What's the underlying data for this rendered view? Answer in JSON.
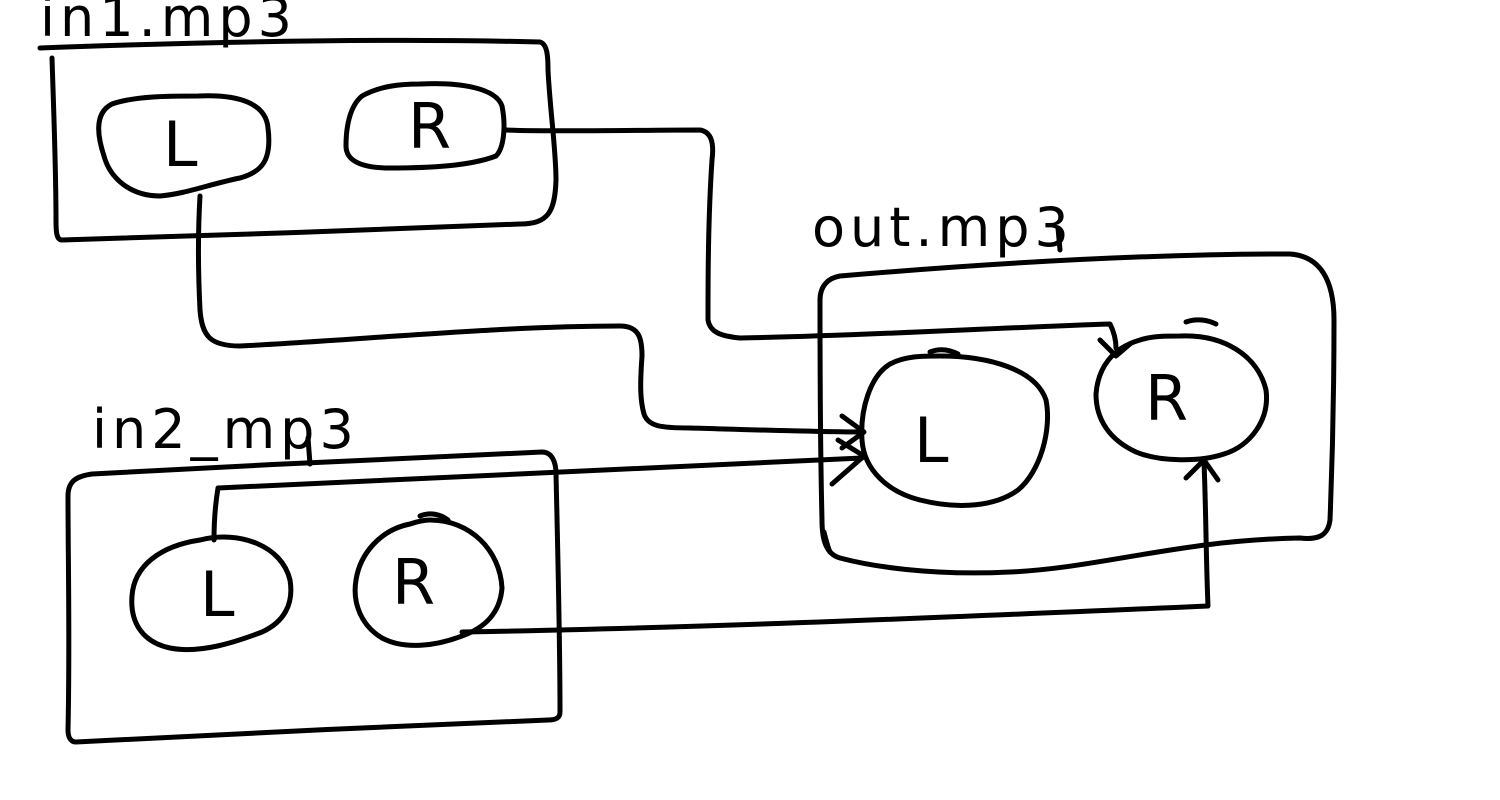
{
  "diagram": {
    "stroke_color": "#000000",
    "background": "#ffffff",
    "files": {
      "in1": {
        "label": "in1.mp3",
        "left": "L",
        "right": "R"
      },
      "in2": {
        "label": "in2_mp3",
        "left": "L",
        "right": "R"
      },
      "out": {
        "label": "out.mp3",
        "left": "L",
        "right": "R"
      }
    },
    "connections": [
      {
        "from": "in1.L",
        "to": "out.L"
      },
      {
        "from": "in1.R",
        "to": "out.R"
      },
      {
        "from": "in2.L",
        "to": "out.L"
      },
      {
        "from": "in2.R",
        "to": "out.R"
      }
    ]
  }
}
